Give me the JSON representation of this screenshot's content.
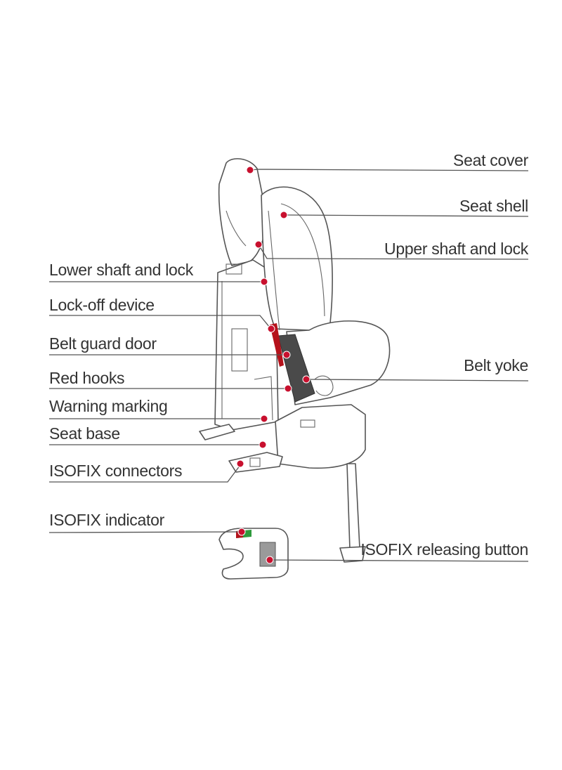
{
  "labels": {
    "seat_cover": "Seat cover",
    "seat_shell": "Seat shell",
    "upper_shaft_lock": "Upper shaft and lock",
    "lower_shaft_lock": "Lower shaft and lock",
    "lock_off_device": "Lock-off device",
    "belt_guard_door": "Belt guard door",
    "red_hooks": "Red hooks",
    "warning_marking": "Warning marking",
    "seat_base": "Seat base",
    "isofix_connectors": "ISOFIX connectors",
    "belt_yoke": "Belt yoke",
    "isofix_indicator": "ISOFIX indicator",
    "isofix_releasing_button": "ISOFIX releasing button"
  },
  "colors": {
    "marker": "#c8102e",
    "belt_red": "#b5121b",
    "indicator_green": "#2e9a3c",
    "line": "#555555",
    "text": "#333333"
  }
}
